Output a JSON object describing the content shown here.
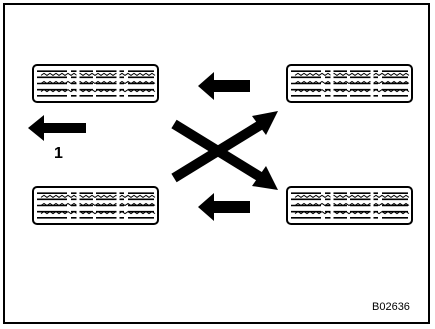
{
  "diagram": {
    "front_arrow_label": "1",
    "figure_id": "B02636",
    "tires": [
      "front-left",
      "front-right",
      "rear-left",
      "rear-right"
    ],
    "icons": [
      "left-arrow-icon",
      "cross-arrows-icon"
    ]
  }
}
